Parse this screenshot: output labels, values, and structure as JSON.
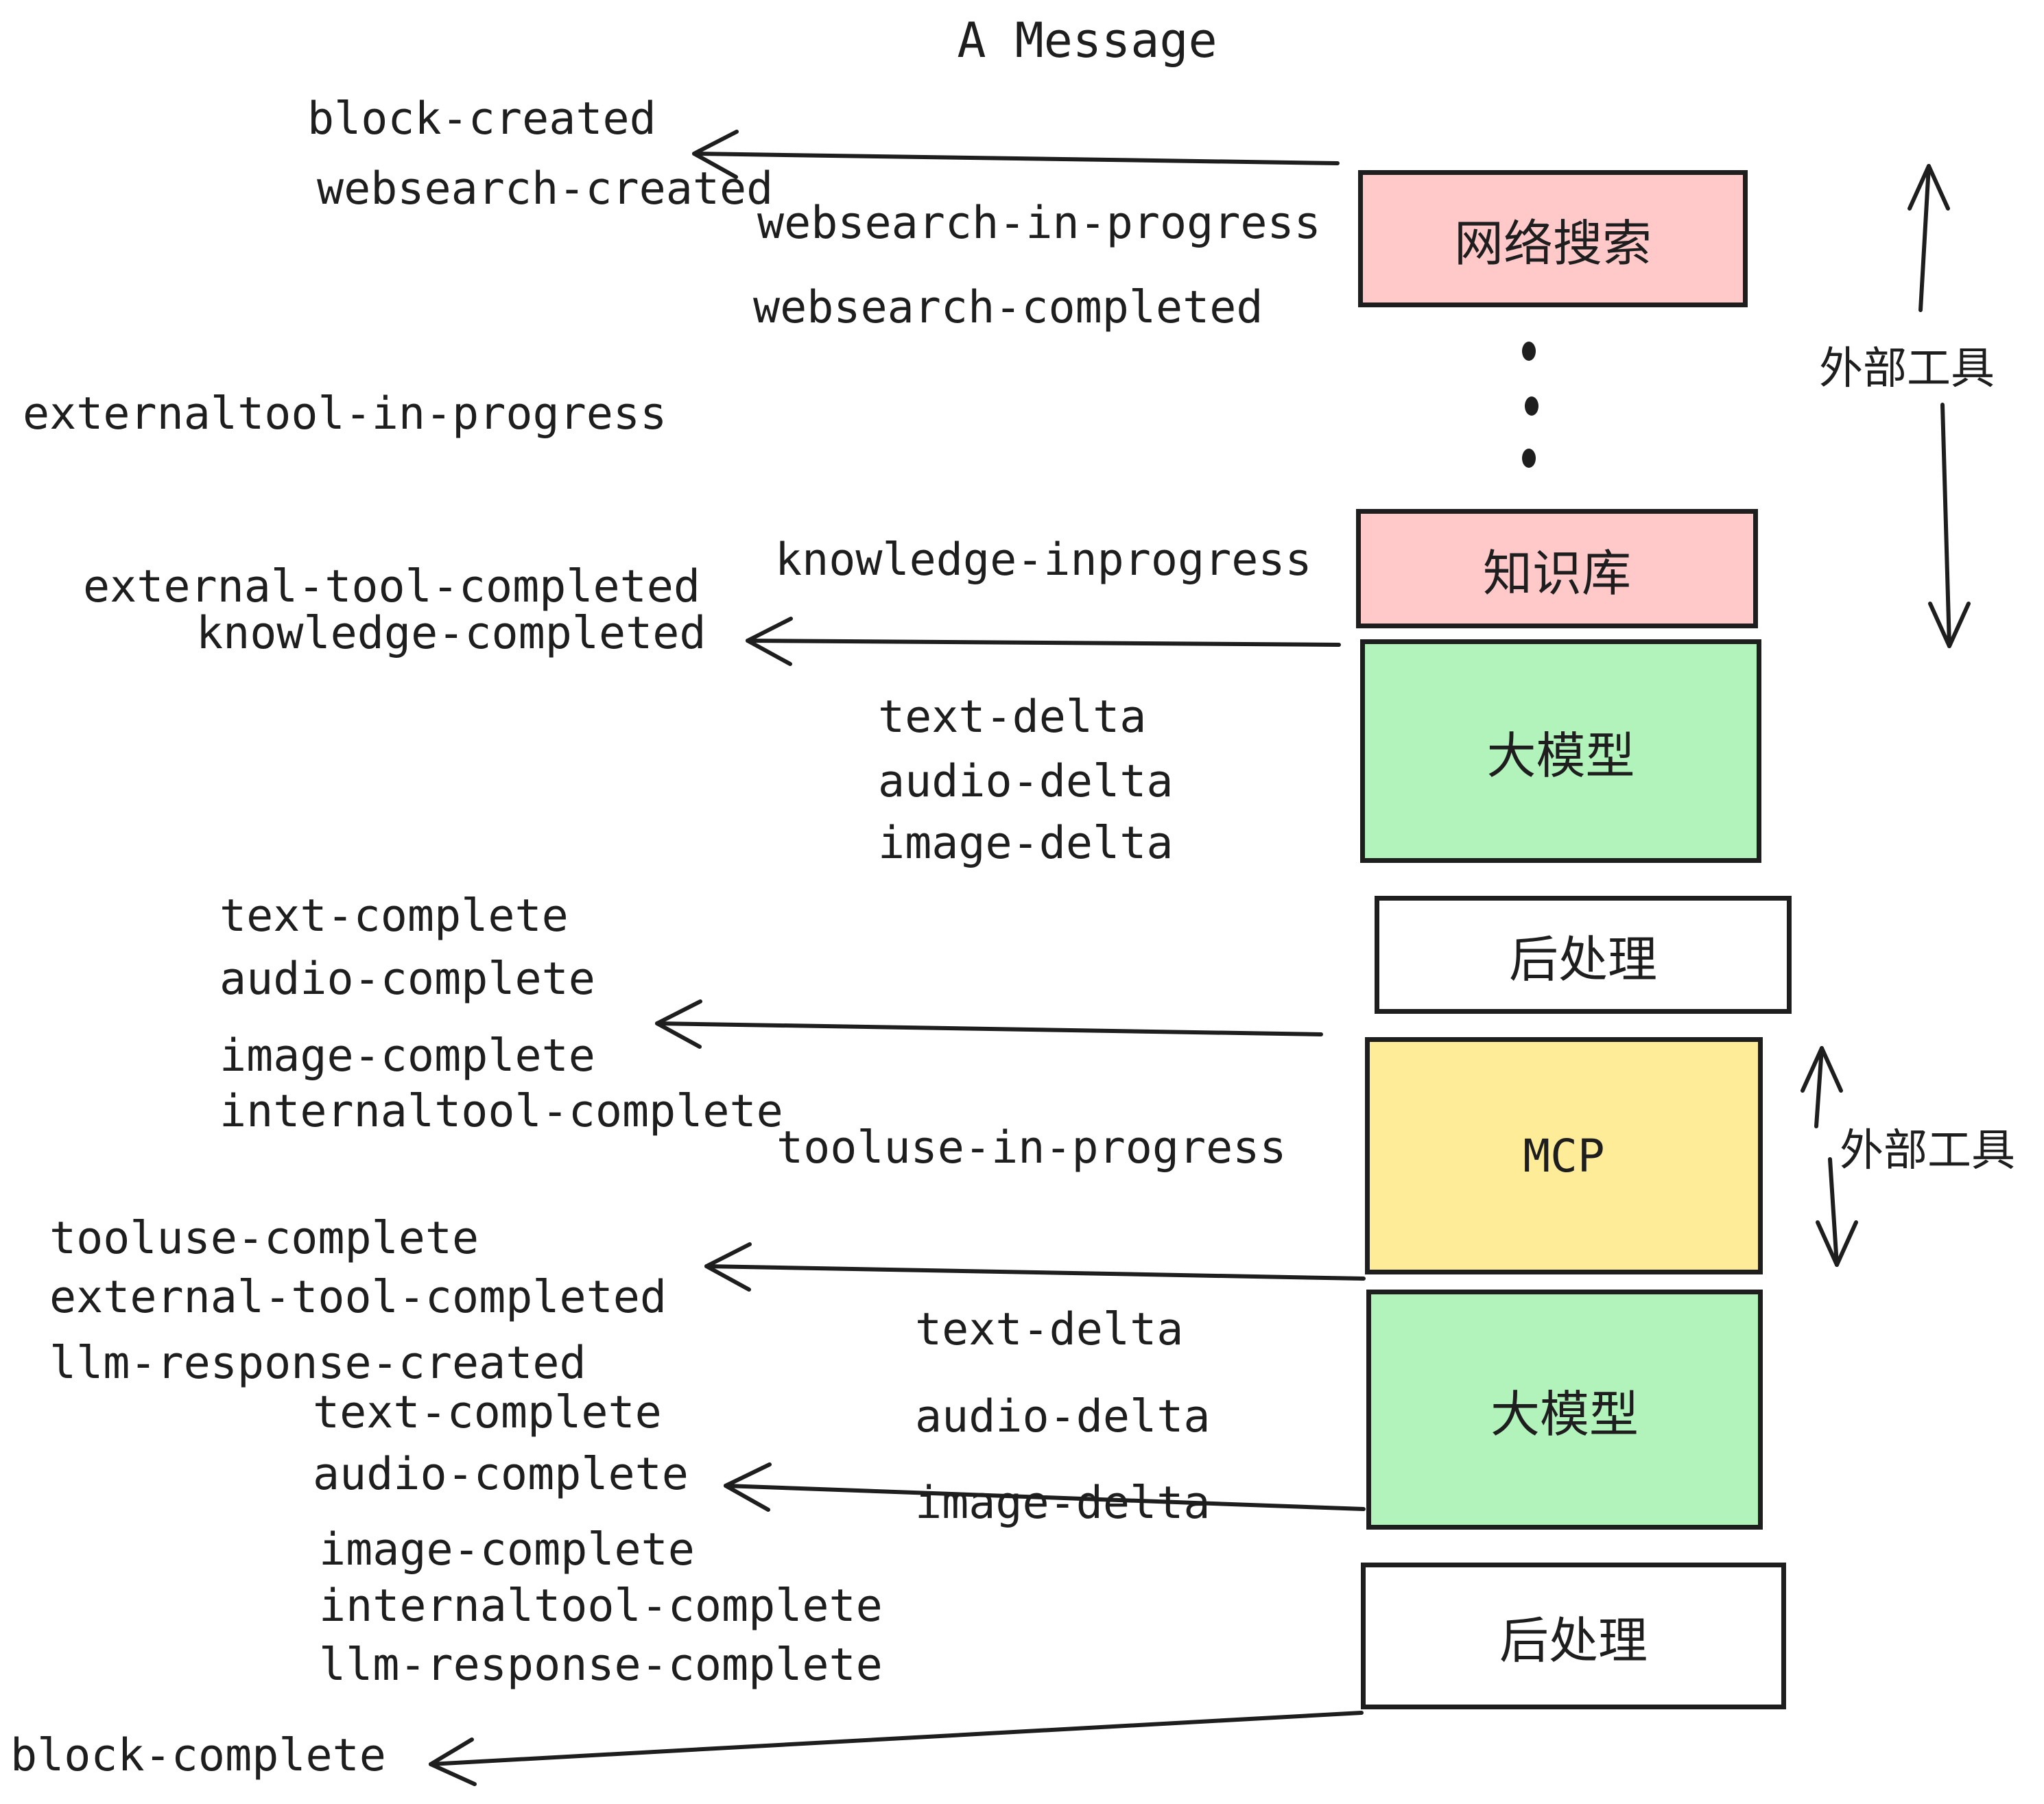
{
  "title": "A Message",
  "colors": {
    "stroke": "#1e1e1e",
    "box_pink": "#ffc9c9",
    "box_green": "#b2f2bb",
    "box_yellow": "#ffec99",
    "box_white": "#ffffff",
    "background": "#ffffff"
  },
  "boxes": {
    "websearch": {
      "label": "网络搜索",
      "fill": "#ffc9c9"
    },
    "knowledge": {
      "label": "知识库",
      "fill": "#ffc9c9"
    },
    "llm1": {
      "label": "大模型",
      "fill": "#b2f2bb"
    },
    "post1": {
      "label": "后处理",
      "fill": "#ffffff"
    },
    "mcp": {
      "label": "MCP",
      "fill": "#ffec99"
    },
    "llm2": {
      "label": "大模型",
      "fill": "#b2f2bb"
    },
    "post2": {
      "label": "后处理",
      "fill": "#ffffff"
    }
  },
  "side_labels": {
    "external_tools_1": "外部工具",
    "external_tools_2": "外部工具"
  },
  "events": {
    "block_created": "block-created",
    "websearch_created": "websearch-created",
    "websearch_in_progress": "websearch-in-progress",
    "websearch_completed": "websearch-completed",
    "externaltool_in_progress": "externaltool-in-progress",
    "knowledge_inprogress": "knowledge-inprogress",
    "external_tool_completed_1": "external-tool-completed",
    "knowledge_completed": "knowledge-completed",
    "text_delta_1": "text-delta",
    "audio_delta_1": "audio-delta",
    "image_delta_1": "image-delta",
    "text_complete_1": "text-complete",
    "audio_complete_1": "audio-complete",
    "image_complete_1": "image-complete",
    "internaltool_complete_1": "internaltool-complete",
    "tooluse_in_progress": "tooluse-in-progress",
    "tooluse_complete": "tooluse-complete",
    "external_tool_completed_2": "external-tool-completed",
    "llm_response_created": "llm-response-created",
    "text_complete_2": "text-complete",
    "audio_complete_2": "audio-complete",
    "text_delta_2": "text-delta",
    "audio_delta_2": "audio-delta",
    "image_delta_2": "image-delta",
    "image_complete_2": "image-complete",
    "internaltool_complete_2": "internaltool-complete",
    "llm_response_complete": "llm-response-complete",
    "block_complete": "block-complete"
  }
}
